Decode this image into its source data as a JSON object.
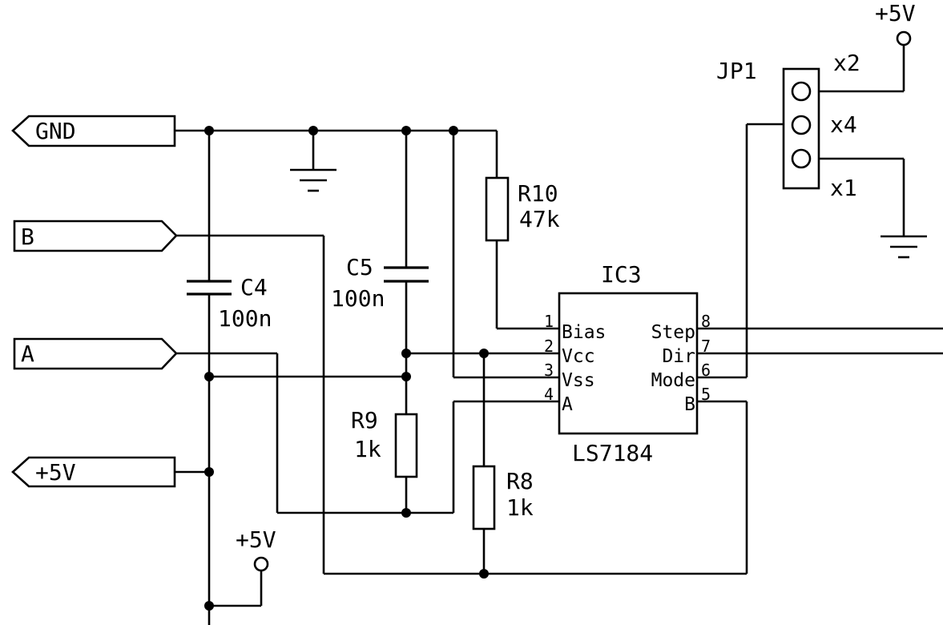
{
  "schematic": {
    "ports": {
      "gnd": "GND",
      "b": "B",
      "a": "A",
      "vcc": "+5V"
    },
    "supplies": {
      "top_right": "+5V",
      "bottom": "+5V"
    },
    "capacitors": {
      "c4": {
        "ref": "C4",
        "value": "100n"
      },
      "c5": {
        "ref": "C5",
        "value": "100n"
      }
    },
    "resistors": {
      "r10": {
        "ref": "R10",
        "value": "47k"
      },
      "r9": {
        "ref": "R9",
        "value": "1k"
      },
      "r8": {
        "ref": "R8",
        "value": "1k"
      }
    },
    "ic": {
      "ref": "IC3",
      "part": "LS7184",
      "pins": [
        {
          "num": "1",
          "name": "Bias"
        },
        {
          "num": "2",
          "name": "Vcc"
        },
        {
          "num": "3",
          "name": "Vss"
        },
        {
          "num": "4",
          "name": "A"
        },
        {
          "num": "5",
          "name": "B"
        },
        {
          "num": "6",
          "name": "Mode"
        },
        {
          "num": "7",
          "name": "Dir"
        },
        {
          "num": "8",
          "name": "Step"
        }
      ]
    },
    "jumper": {
      "ref": "JP1",
      "options": {
        "top": "x2",
        "middle": "x4",
        "bottom": "x1"
      }
    }
  }
}
